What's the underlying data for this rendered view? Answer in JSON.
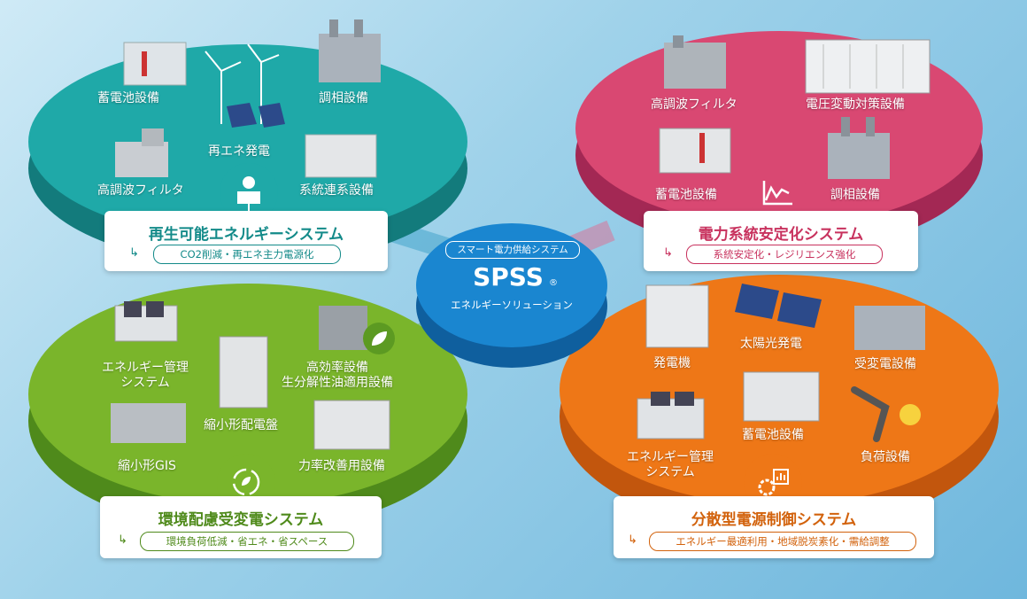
{
  "colors": {
    "teal": "#1fa9a8",
    "pink": "#d94872",
    "green": "#7ab52b",
    "orange": "#ee7717",
    "blue": "#1a86d0"
  },
  "center": {
    "top_label": "スマート電力供給システム",
    "name": "SPSS",
    "reg": "®",
    "sub": "エネルギーソリューション"
  },
  "renewable": {
    "title": "再生可能エネルギーシステム",
    "tag": "CO2削減・再エネ主力電源化",
    "items": [
      "蓄電池設備",
      "調相設備",
      "再エネ発電",
      "高調波フィルタ",
      "系統連系設備"
    ],
    "icon": "solar-panel-icon"
  },
  "stability": {
    "title": "電力系統安定化システム",
    "tag": "系統安定化・レジリエンス強化",
    "items": [
      "高調波フィルタ",
      "電圧変動対策設備",
      "蓄電池設備",
      "調相設備"
    ],
    "icon": "line-chart-icon"
  },
  "eco": {
    "title": "環境配慮受変電システム",
    "tag": "環境負荷低減・省エネ・省スペース",
    "items": [
      "エネルギー管理\nシステム",
      "高効率設備\n生分解性油適用設備",
      "縮小形配電盤",
      "縮小形GIS",
      "力率改善用設備"
    ],
    "icon": "recycle-leaf-icon"
  },
  "distributed": {
    "title": "分散型電源制御システム",
    "tag": "エネルギー最適利用・地域脱炭素化・需給調整",
    "items": [
      "発電機",
      "太陽光発電",
      "受変電設備",
      "エネルギー管理\nシステム",
      "蓄電池設備",
      "負荷設備"
    ],
    "icon": "gear-chart-icon"
  }
}
